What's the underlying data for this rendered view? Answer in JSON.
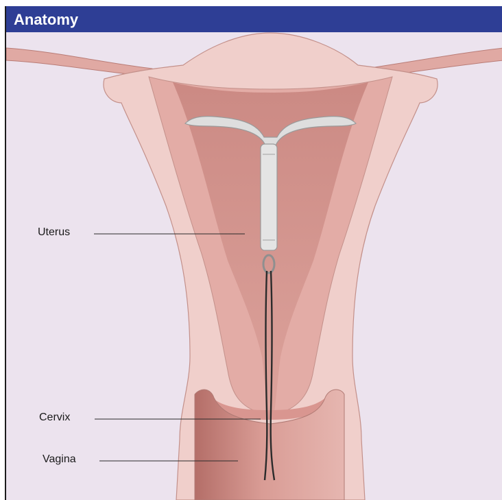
{
  "header": {
    "title": "Anatomy"
  },
  "labels": {
    "uterus": "Uterus",
    "cervix": "Cervix",
    "vagina": "Vagina"
  },
  "colors": {
    "header": "#2e3e95",
    "background": "#ece3ee",
    "tissue_light": "#f0cfcb",
    "tissue_mid": "#e3aca6",
    "tissue_dark": "#c98881",
    "device": "#dadada",
    "strings": "#2b2b2b"
  }
}
